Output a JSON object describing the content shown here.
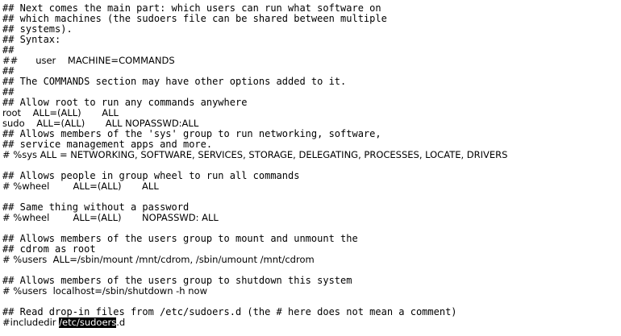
{
  "editor": {
    "lines": [
      {
        "text": "## Next comes the main part: which users can run what software on"
      },
      {
        "text": "## which machines (the sudoers file can be shared between multiple"
      },
      {
        "text": "## systems)."
      },
      {
        "text": "## Syntax:"
      },
      {
        "text": "##"
      },
      {
        "text": "##      user    MACHINE=COMMANDS",
        "style": "cmd"
      },
      {
        "text": "##"
      },
      {
        "text": "## The COMMANDS section may have other options added to it."
      },
      {
        "text": "##"
      },
      {
        "text": "## Allow root to run any commands anywhere"
      },
      {
        "text": "root    ALL=(ALL)       ALL",
        "style": "cmd"
      },
      {
        "text": "sudo    ALL=(ALL)       ALL NOPASSWD:ALL",
        "style": "cmd"
      },
      {
        "text": "## Allows members of the 'sys' group to run networking, software,"
      },
      {
        "text": "## service management apps and more."
      },
      {
        "text": "# %sys ALL = NETWORKING, SOFTWARE, SERVICES, STORAGE, DELEGATING, PROCESSES, LOCATE, DRIVERS",
        "style": "cmd"
      },
      {
        "text": ""
      },
      {
        "text": "## Allows people in group wheel to run all commands"
      },
      {
        "text": "# %wheel        ALL=(ALL)       ALL",
        "style": "cmd"
      },
      {
        "text": ""
      },
      {
        "text": "## Same thing without a password"
      },
      {
        "text": "# %wheel        ALL=(ALL)       NOPASSWD: ALL",
        "style": "cmd"
      },
      {
        "text": ""
      },
      {
        "text": "## Allows members of the users group to mount and unmount the"
      },
      {
        "text": "## cdrom as root"
      },
      {
        "text": "# %users  ALL=/sbin/mount /mnt/cdrom, /sbin/umount /mnt/cdrom",
        "style": "cmd"
      },
      {
        "text": ""
      },
      {
        "text": "## Allows members of the users group to shutdown this system"
      },
      {
        "text": "# %users  localhost=/sbin/shutdown -h now",
        "style": "cmd"
      },
      {
        "text": ""
      },
      {
        "text": "## Read drop-in files from /etc/sudoers.d (the # here does not mean a comment)"
      }
    ],
    "last_line": {
      "before": "#includedir ",
      "selected": "/etc/sudoers",
      "after": ".d"
    }
  }
}
